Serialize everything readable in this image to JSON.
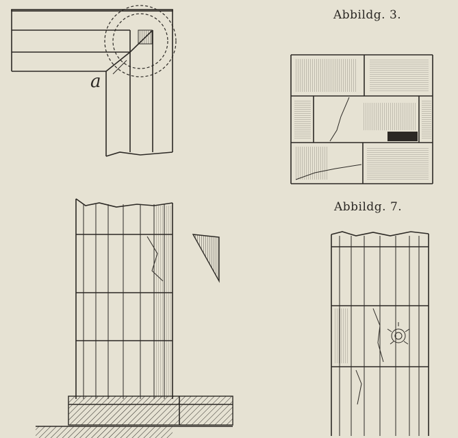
{
  "captions": {
    "fig3": "Abbildg. 3.",
    "fig7": "Abbildg. 7."
  },
  "labels": {
    "corner_a": "a"
  },
  "colors": {
    "paper": "#e6e2d3",
    "ink": "#2b2824"
  }
}
